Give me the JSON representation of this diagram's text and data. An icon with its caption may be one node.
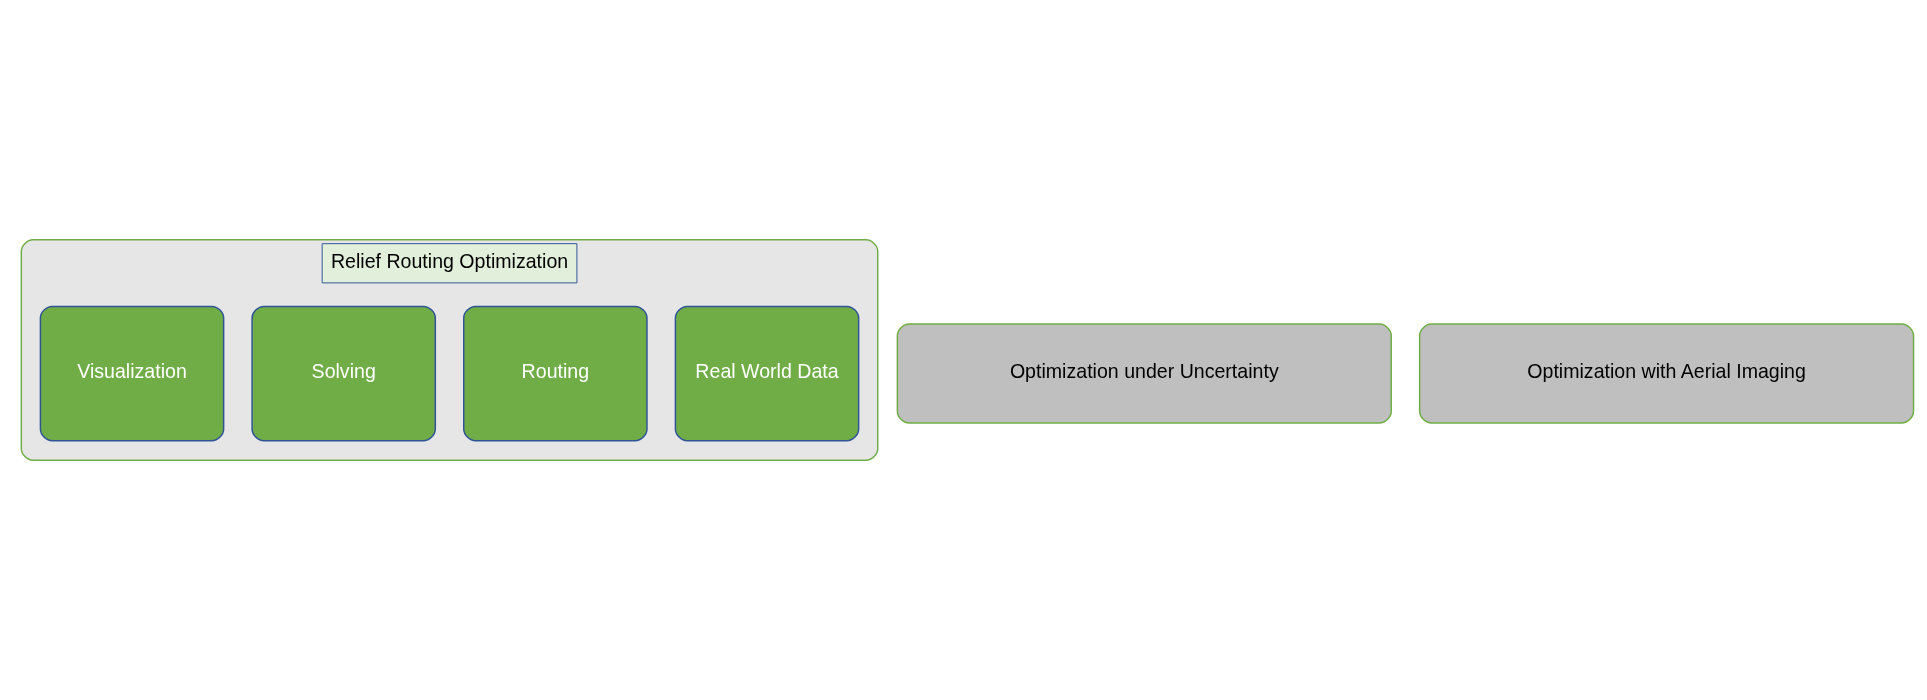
{
  "diagram": {
    "nodes": [
      {
        "text": [
          "Relief Routing Optimization"
        ]
      },
      {
        "text": [
          "Real World Data"
        ],
        "in": 0
      },
      {
        "text": [
          "Routing"
        ],
        "in": 0
      },
      {
        "text": [
          "Solving"
        ],
        "in": 0
      },
      {
        "text": [
          "Visualization"
        ],
        "in": 0
      },
      {
        "text": [
          "Optimization under Uncertainty"
        ]
      },
      {
        "text": [
          "Optimization with Aerial Imaging"
        ]
      }
    ]
  }
}
